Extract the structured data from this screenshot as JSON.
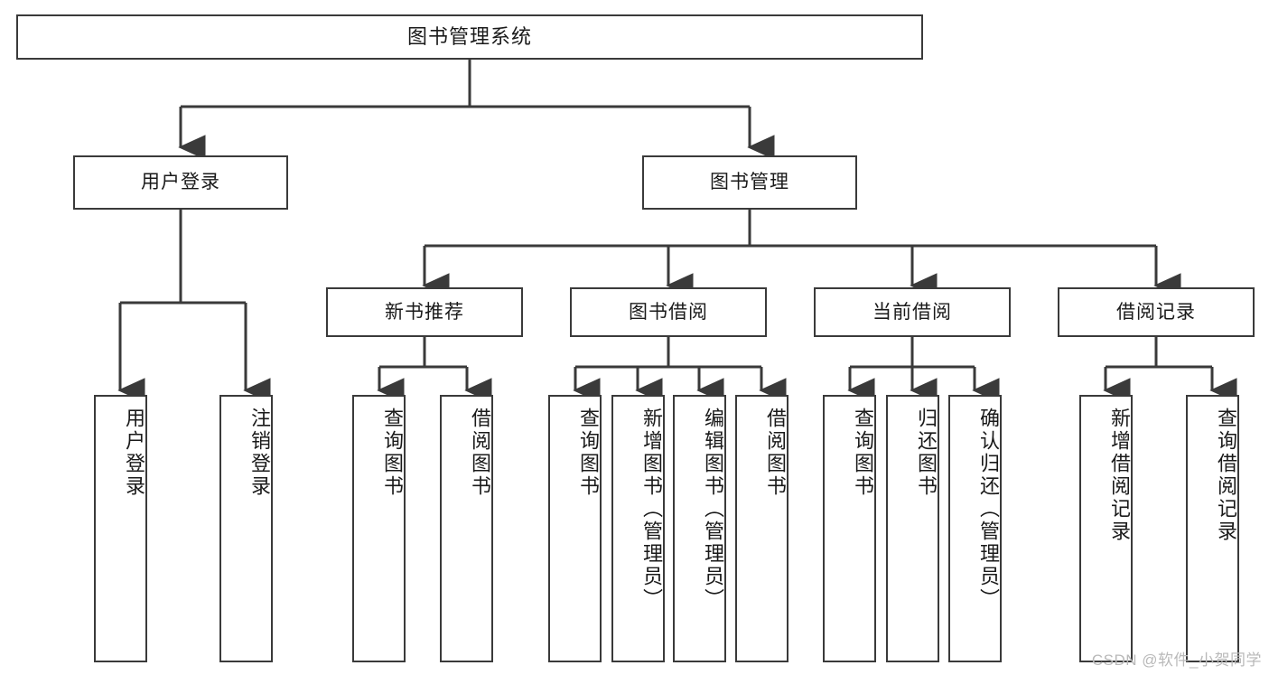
{
  "diagram": {
    "title": "图书管理系统",
    "type": "tree",
    "colors": {
      "background": "#ffffff",
      "border": "#3a3a3a",
      "edge": "#3a3a3a",
      "text": "#1a1a1a",
      "watermark": "#b9b9b9"
    },
    "root": {
      "label": "图书管理系统"
    },
    "level2": [
      {
        "label": "用户登录"
      },
      {
        "label": "图书管理"
      }
    ],
    "level3": [
      {
        "label": "新书推荐"
      },
      {
        "label": "图书借阅"
      },
      {
        "label": "当前借阅"
      },
      {
        "label": "借阅记录"
      }
    ],
    "leaves": {
      "user_login": [
        {
          "label": "用户登录"
        },
        {
          "label": "注销登录"
        }
      ],
      "new_book": [
        {
          "label": "查询图书"
        },
        {
          "label": "借阅图书"
        }
      ],
      "book_borrow": [
        {
          "label": "查询图书"
        },
        {
          "label": "新增图书（管理员）"
        },
        {
          "label": "编辑图书（管理员）"
        },
        {
          "label": "借阅图书"
        }
      ],
      "current_borrow": [
        {
          "label": "查询图书"
        },
        {
          "label": "归还图书"
        },
        {
          "label": "确认归还（管理员）"
        }
      ],
      "borrow_record": [
        {
          "label": "新增借阅记录"
        },
        {
          "label": "查询借阅记录"
        }
      ]
    },
    "watermark": "CSDN @软件_小贺同学"
  }
}
